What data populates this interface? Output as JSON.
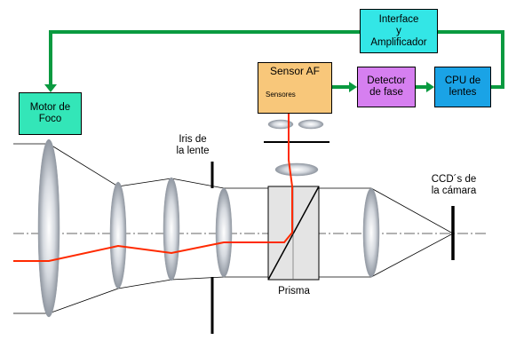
{
  "boxes": {
    "interface": {
      "line1": "Interface",
      "line2": "y",
      "line3": "Amplificador",
      "color": "#33e6e6"
    },
    "motor": {
      "line1": "Motor de",
      "line2": "Foco",
      "color": "#33e6b8"
    },
    "sensor_af": {
      "title": "Sensor AF",
      "sub": "Sensores",
      "color": "#f8c77a"
    },
    "detector": {
      "line1": "Detector",
      "line2": "de fase",
      "color": "#d67ff0"
    },
    "cpu": {
      "line1": "CPU de",
      "line2": "lentes",
      "color": "#1aa3e6"
    }
  },
  "labels": {
    "iris": {
      "line1": "Iris de",
      "line2": "la lente"
    },
    "ccd": {
      "line1": "CCD´s de",
      "line2": "la cámara"
    },
    "prisma": "Prisma"
  },
  "colors": {
    "arrow_green": "#0a9a40",
    "light_ray": "#ff2a00",
    "lens_fill": "#c9ced6",
    "prism_fill": "#e4e4e4"
  }
}
